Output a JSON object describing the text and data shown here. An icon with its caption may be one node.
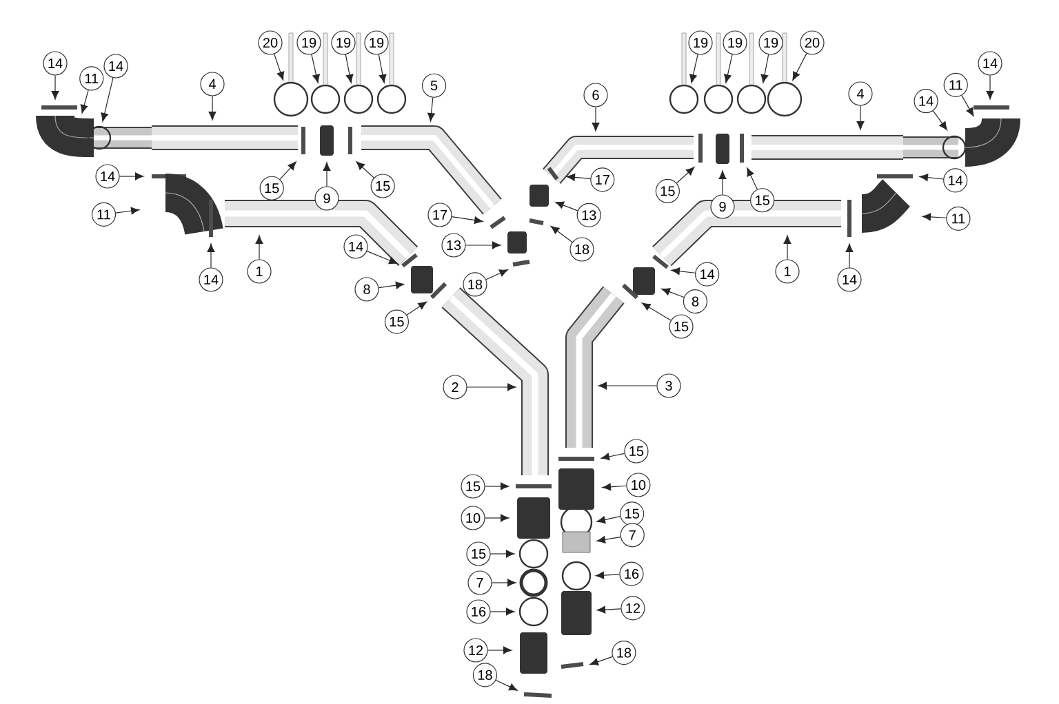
{
  "diagram": {
    "nodes": [
      {
        "text": [
          "14"
        ]
      },
      {
        "text": [
          "11"
        ]
      },
      {
        "text": [
          "14"
        ]
      },
      {
        "text": [
          "4"
        ]
      },
      {
        "text": [
          "20"
        ]
      },
      {
        "text": [
          "19"
        ]
      },
      {
        "text": [
          "19"
        ]
      },
      {
        "text": [
          "19"
        ]
      },
      {
        "text": [
          "5"
        ]
      },
      {
        "text": [
          "15"
        ]
      },
      {
        "text": [
          "9"
        ]
      },
      {
        "text": [
          "15"
        ]
      },
      {
        "text": [
          "14"
        ]
      },
      {
        "text": [
          "11"
        ]
      },
      {
        "text": [
          "14"
        ]
      },
      {
        "text": [
          "1"
        ]
      },
      {
        "text": [
          "17"
        ]
      },
      {
        "text": [
          "13"
        ]
      },
      {
        "text": [
          "18"
        ]
      },
      {
        "text": [
          "14"
        ]
      },
      {
        "text": [
          "8"
        ]
      },
      {
        "text": [
          "15"
        ]
      },
      {
        "text": [
          "2"
        ]
      },
      {
        "text": [
          "19"
        ]
      },
      {
        "text": [
          "19"
        ]
      },
      {
        "text": [
          "19"
        ]
      },
      {
        "text": [
          "20"
        ]
      },
      {
        "text": [
          "6"
        ]
      },
      {
        "text": [
          "14"
        ]
      },
      {
        "text": [
          "11"
        ]
      },
      {
        "text": [
          "14"
        ]
      },
      {
        "text": [
          "4"
        ]
      },
      {
        "text": [
          "17"
        ]
      },
      {
        "text": [
          "15"
        ]
      },
      {
        "text": [
          "9"
        ]
      },
      {
        "text": [
          "15"
        ]
      },
      {
        "text": [
          "14"
        ]
      },
      {
        "text": [
          "13"
        ]
      },
      {
        "text": [
          "11"
        ]
      },
      {
        "text": [
          "18"
        ]
      },
      {
        "text": [
          "1"
        ]
      },
      {
        "text": [
          "14"
        ]
      },
      {
        "text": [
          "14"
        ]
      },
      {
        "text": [
          "8"
        ]
      },
      {
        "text": [
          "15"
        ]
      },
      {
        "text": [
          "15"
        ]
      },
      {
        "text": [
          "10"
        ]
      },
      {
        "text": [
          "15"
        ]
      },
      {
        "text": [
          "7"
        ]
      },
      {
        "text": [
          "16"
        ]
      },
      {
        "text": [
          "12"
        ]
      },
      {
        "text": [
          "18"
        ]
      },
      {
        "text": [
          "3"
        ]
      },
      {
        "text": [
          "15"
        ]
      },
      {
        "text": [
          "10"
        ]
      },
      {
        "text": [
          "15"
        ]
      },
      {
        "text": [
          "7"
        ]
      },
      {
        "text": [
          "16"
        ]
      },
      {
        "text": [
          "12"
        ]
      },
      {
        "text": [
          "18"
        ]
      }
    ],
    "edges": [
      {
        "from": 0,
        "to": null,
        "arrow": "to"
      },
      {
        "from": 1,
        "to": null,
        "arrow": "to"
      },
      {
        "from": 2,
        "to": null,
        "arrow": "to"
      },
      {
        "from": 3,
        "to": null,
        "arrow": "to"
      },
      {
        "from": 4,
        "to": null,
        "arrow": "to"
      },
      {
        "from": 5,
        "to": null,
        "arrow": "to"
      },
      {
        "from": 6,
        "to": null,
        "arrow": "to"
      },
      {
        "from": 7,
        "to": null,
        "arrow": "to"
      },
      {
        "from": 8,
        "to": null,
        "arrow": "to"
      },
      {
        "from": 9,
        "to": null,
        "arrow": "to"
      },
      {
        "from": 10,
        "to": null,
        "arrow": "to"
      },
      {
        "from": 11,
        "to": null,
        "arrow": "to"
      },
      {
        "from": 12,
        "to": null,
        "arrow": "to"
      },
      {
        "from": 13,
        "to": null,
        "arrow": "to"
      },
      {
        "from": 14,
        "to": null,
        "arrow": "to"
      },
      {
        "from": 15,
        "to": null,
        "arrow": "to"
      },
      {
        "from": 16,
        "to": null,
        "arrow": "to"
      },
      {
        "from": 17,
        "to": null,
        "arrow": "to"
      },
      {
        "from": 18,
        "to": null,
        "arrow": "to"
      },
      {
        "from": 19,
        "to": null,
        "arrow": "to"
      },
      {
        "from": 20,
        "to": null,
        "arrow": "to"
      },
      {
        "from": 21,
        "to": null,
        "arrow": "to"
      },
      {
        "from": 22,
        "to": null,
        "arrow": "to"
      },
      {
        "from": 23,
        "to": null,
        "arrow": "to"
      },
      {
        "from": 24,
        "to": null,
        "arrow": "to"
      },
      {
        "from": 25,
        "to": null,
        "arrow": "to"
      },
      {
        "from": 26,
        "to": null,
        "arrow": "to"
      },
      {
        "from": 27,
        "to": null,
        "arrow": "to"
      },
      {
        "from": 28,
        "to": null,
        "arrow": "to"
      },
      {
        "from": 29,
        "to": null,
        "arrow": "to"
      },
      {
        "from": 30,
        "to": null,
        "arrow": "to"
      },
      {
        "from": 31,
        "to": null,
        "arrow": "to"
      },
      {
        "from": 32,
        "to": null,
        "arrow": "to"
      },
      {
        "from": 33,
        "to": null,
        "arrow": "to"
      },
      {
        "from": 34,
        "to": null,
        "arrow": "to"
      },
      {
        "from": 35,
        "to": null,
        "arrow": "to"
      },
      {
        "from": 36,
        "to": null,
        "arrow": "to"
      },
      {
        "from": 37,
        "to": null,
        "arrow": "to"
      },
      {
        "from": 38,
        "to": null,
        "arrow": "to"
      },
      {
        "from": 39,
        "to": null,
        "arrow": "to"
      },
      {
        "from": 40,
        "to": null,
        "arrow": "to"
      },
      {
        "from": 41,
        "to": null,
        "arrow": "to"
      },
      {
        "from": 42,
        "to": null,
        "arrow": "to"
      },
      {
        "from": 43,
        "to": null,
        "arrow": "to"
      },
      {
        "from": 44,
        "to": null,
        "arrow": "to"
      },
      {
        "from": 45,
        "to": null,
        "arrow": "to"
      },
      {
        "from": 46,
        "to": null,
        "arrow": "to"
      },
      {
        "from": 47,
        "to": null,
        "arrow": "to"
      },
      {
        "from": 48,
        "to": null,
        "arrow": "to"
      },
      {
        "from": 49,
        "to": null,
        "arrow": "to"
      },
      {
        "from": 50,
        "to": null,
        "arrow": "to"
      },
      {
        "from": 51,
        "to": null,
        "arrow": "to"
      },
      {
        "from": 52,
        "to": null,
        "arrow": "to"
      },
      {
        "from": 53,
        "to": null,
        "arrow": "to"
      },
      {
        "from": 54,
        "to": null,
        "arrow": "to"
      },
      {
        "from": 55,
        "to": null,
        "arrow": "to"
      },
      {
        "from": 56,
        "to": null,
        "arrow": "to"
      },
      {
        "from": 57,
        "to": null,
        "arrow": "to"
      },
      {
        "from": 58,
        "to": null,
        "arrow": "to"
      },
      {
        "from": 59,
        "to": null,
        "arrow": "to"
      }
    ]
  }
}
